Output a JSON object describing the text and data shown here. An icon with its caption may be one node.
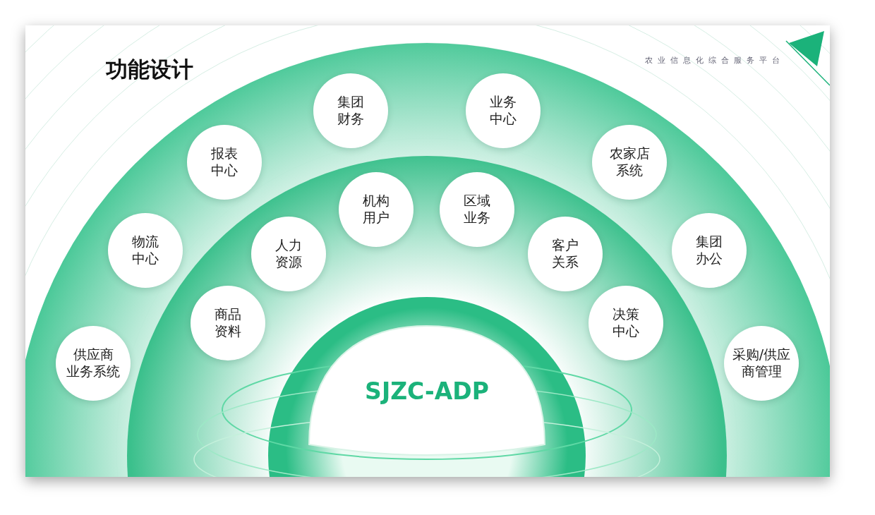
{
  "diagram": {
    "title": "功能设计",
    "nodes": [
      {
        "text": [
          "集团财务"
        ]
      },
      {
        "text": [
          "业务中心"
        ]
      },
      {
        "text": [
          "报表中心"
        ]
      },
      {
        "text": [
          "农家店系统"
        ]
      },
      {
        "text": [
          "机构用户"
        ]
      },
      {
        "text": [
          "区域业务"
        ]
      },
      {
        "text": [
          "物流中心"
        ]
      },
      {
        "text": [
          "人力资源"
        ]
      },
      {
        "text": [
          "客户关系"
        ]
      },
      {
        "text": [
          "集团办公"
        ]
      },
      {
        "text": [
          "商品资料"
        ]
      },
      {
        "text": [
          "决策中心"
        ]
      },
      {
        "text": [
          "供应商业务系统"
        ]
      },
      {
        "text": [
          "采购/供应商管理"
        ]
      },
      {
        "text": [
          "SJZC-ADP"
        ]
      }
    ],
    "labels": [
      "农业信息化综合服务平台"
    ]
  }
}
